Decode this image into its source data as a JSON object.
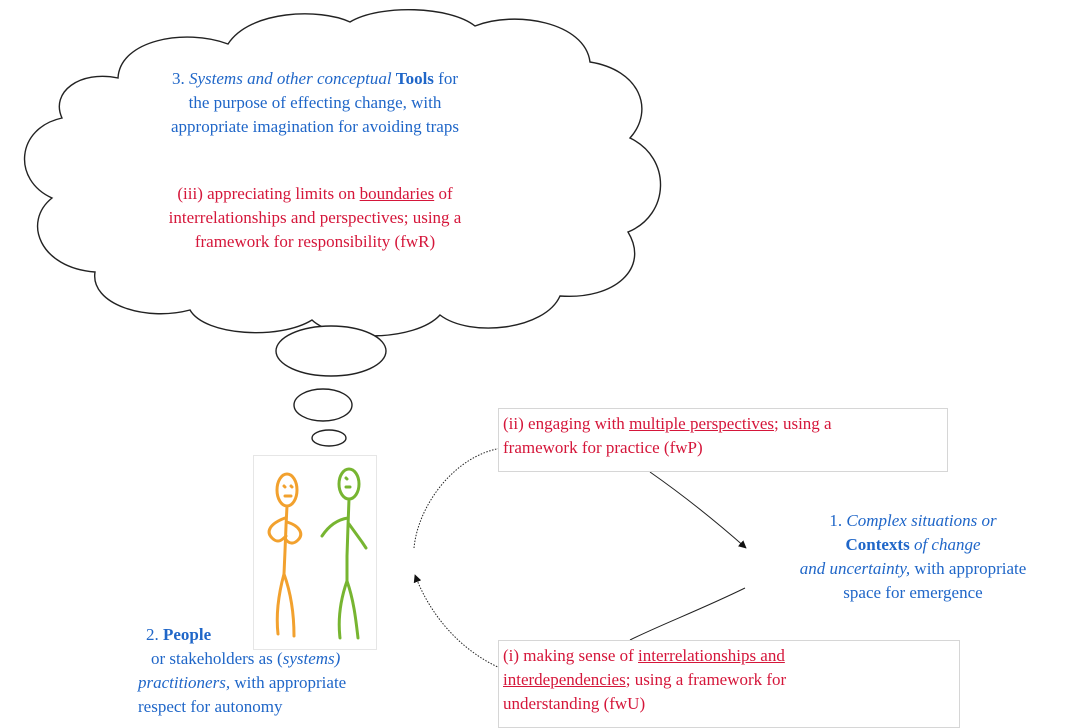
{
  "cloud": {
    "tools_num": "3",
    "tools_dot": ".",
    "tools_italic": "Systems and other conceptual",
    "tools_bold": "Tools",
    "tools_after": "for",
    "tools_line2": "the purpose of effecting change,  with",
    "tools_line3": "appropriate imagination for avoiding traps",
    "iii_prefix": "(iii) appreciating limits on",
    "iii_underlined": "boundaries",
    "iii_suffix": "of",
    "iii_line2": "interrelationships and perspectives; using a",
    "iii_line3": "framework for responsibility (fwR)"
  },
  "box_ii": {
    "prefix": "(ii) engaging with",
    "underlined": "multiple perspectives",
    "suffix": "; using a",
    "line2": "framework for practice (fwP)"
  },
  "box_i": {
    "prefix": "(i) making sense of",
    "underlined_1": "interrelationships and",
    "underlined_2": "interdependencies",
    "suffix": "; using a framework for",
    "line3": "understanding (fwU)"
  },
  "contexts": {
    "num": "1.",
    "italic_1": "Complex situations or",
    "bold": "Contexts",
    "italic_2": "of change",
    "italic_3": "and uncertainty,",
    "after_3": "with appropriate",
    "line4": "space for emergence"
  },
  "people": {
    "num": "2.",
    "bold": "People",
    "line2_pre": "or stakeholders as (",
    "line2_italic": "systems)",
    "line3_italic": "practitioners,",
    "line3_after": "with appropriate",
    "line4": "respect for autonomy"
  },
  "colors": {
    "blue_text": "#1f66c8",
    "red_text": "#d5163a",
    "orange_figure": "#f2a12e",
    "green_figure": "#77b531"
  }
}
